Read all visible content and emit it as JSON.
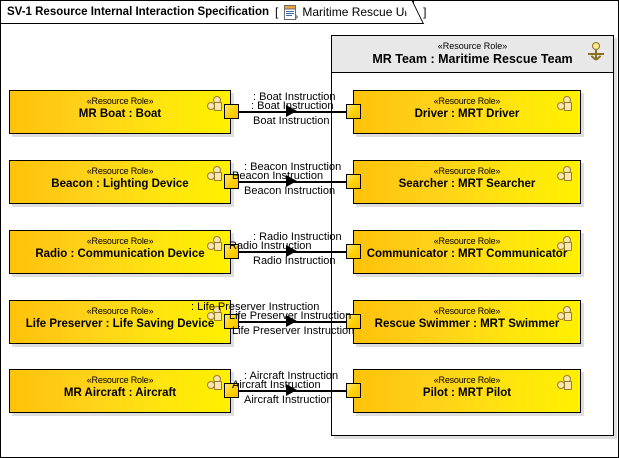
{
  "diagram": {
    "title": "SV-1 Resource Internal Interaction Specification",
    "bracket_open": "[",
    "bracket_close": "]",
    "context": "Maritime Rescue Unit",
    "context_icon": "document-icon",
    "stereotype": "«Resource Role»"
  },
  "colors": {
    "part_fill_left": "#ffc20a",
    "part_fill_right": "#fff000",
    "container_header": "#e8e8e8",
    "container_body": "#ffffff",
    "border": "#000000",
    "port_fill": "#ffd000",
    "actor_head": "#ffe98a"
  },
  "container": {
    "stereotype": "«Resource Role»",
    "name": "MR Team : Maritime Rescue Team",
    "icon": "actor-icon"
  },
  "left_parts": [
    {
      "stereotype": "«Resource Role»",
      "name": "MR Boat : Boat",
      "icon": "part-icon"
    },
    {
      "stereotype": "«Resource Role»",
      "name": "Beacon : Lighting Device",
      "icon": "part-icon"
    },
    {
      "stereotype": "«Resource Role»",
      "name": "Radio : Communication Device",
      "icon": "part-icon"
    },
    {
      "stereotype": "«Resource Role»",
      "name": "Life Preserver : Life Saving Device",
      "icon": "part-icon"
    },
    {
      "stereotype": "«Resource Role»",
      "name": "MR Aircraft : Aircraft",
      "icon": "part-icon"
    }
  ],
  "right_parts": [
    {
      "stereotype": "«Resource Role»",
      "name": "Driver : MRT Driver",
      "icon": "part-icon"
    },
    {
      "stereotype": "«Resource Role»",
      "name": "Searcher : MRT Searcher",
      "icon": "part-icon"
    },
    {
      "stereotype": "«Resource Role»",
      "name": "Communicator : MRT Communicator",
      "icon": "part-icon"
    },
    {
      "stereotype": "«Resource Role»",
      "name": "Rescue Swimmer : MRT Swimmer",
      "icon": "part-icon"
    },
    {
      "stereotype": "«Resource Role»",
      "name": "Pilot : MRT Pilot",
      "icon": "part-icon"
    }
  ],
  "connectors": [
    {
      "id": "boat-driver",
      "label_top": ": Boat Instruction",
      "label_mid": ": Boat Instruction",
      "label_bottom": "Boat Instruction"
    },
    {
      "id": "beacon-searcher",
      "label_top": ": Beacon Instruction",
      "label_mid": "Beacon Instruction",
      "label_bottom": "Beacon Instruction"
    },
    {
      "id": "radio-communicator",
      "label_top": ": Radio Instruction",
      "label_mid": "Radio Instruction",
      "label_bottom": "Radio Instruction"
    },
    {
      "id": "lifepreserver-swimmer",
      "label_top": ": Life Preserver Instruction",
      "label_mid": "Life Preserver Instruction",
      "label_bottom": "Life Preserver Instruction"
    },
    {
      "id": "aircraft-pilot",
      "label_top": ": Aircraft Instruction",
      "label_mid": "Aircraft Instruction",
      "label_bottom": "Aircraft Instruction"
    }
  ]
}
